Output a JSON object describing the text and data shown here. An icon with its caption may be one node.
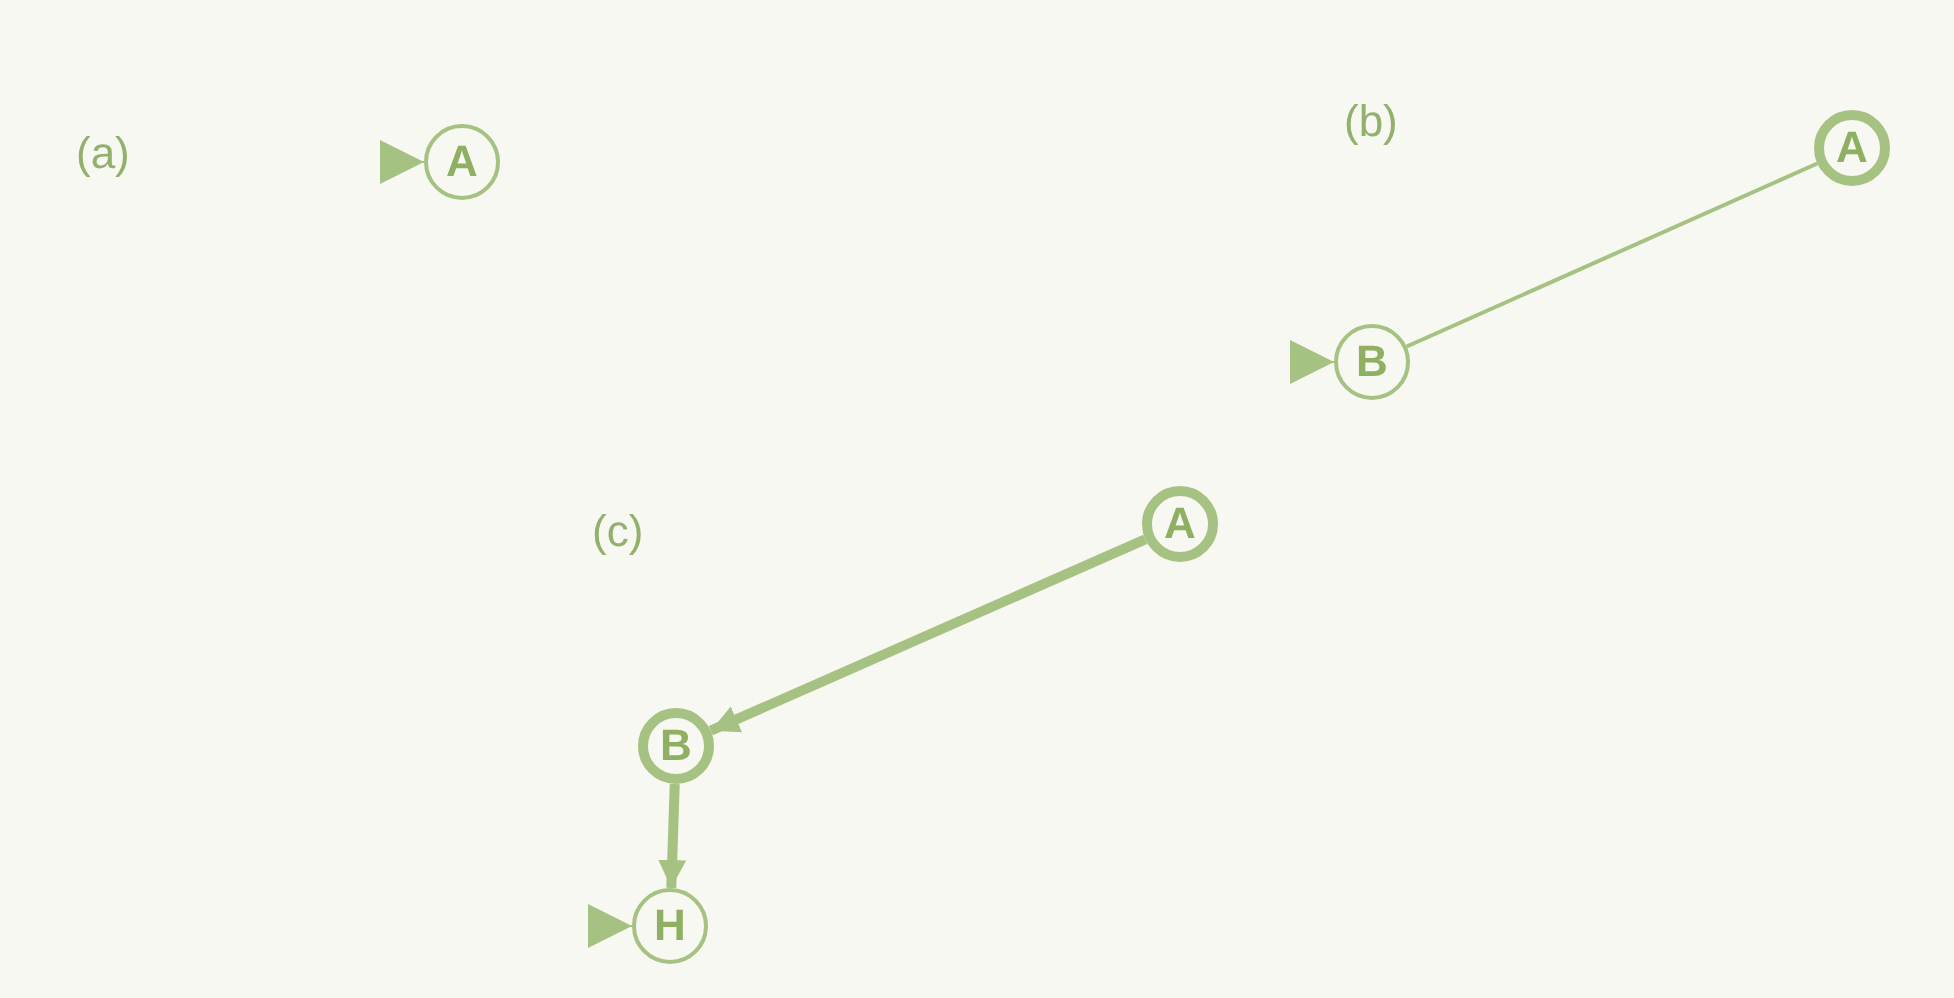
{
  "diagram": {
    "nodes": [
      {
        "text": [
          "A"
        ]
      },
      {
        "text": [
          "A"
        ]
      },
      {
        "text": [
          "B"
        ]
      },
      {
        "text": [
          "A"
        ]
      },
      {
        "text": [
          "B"
        ]
      },
      {
        "text": [
          "H"
        ]
      }
    ],
    "edges": [
      {
        "from": null,
        "to": 0,
        "arrow": "to"
      },
      {
        "from": null,
        "to": 2,
        "arrow": "to"
      },
      {
        "from": 1,
        "to": 2,
        "arrow": "none"
      },
      {
        "from": null,
        "to": 5,
        "arrow": "to"
      },
      {
        "from": 3,
        "to": 4,
        "arrow": "to",
        "style": "thick"
      },
      {
        "from": 4,
        "to": 5,
        "arrow": "to",
        "style": "thick"
      }
    ],
    "labels": [
      "(a)",
      "(b)",
      "(c)"
    ]
  }
}
